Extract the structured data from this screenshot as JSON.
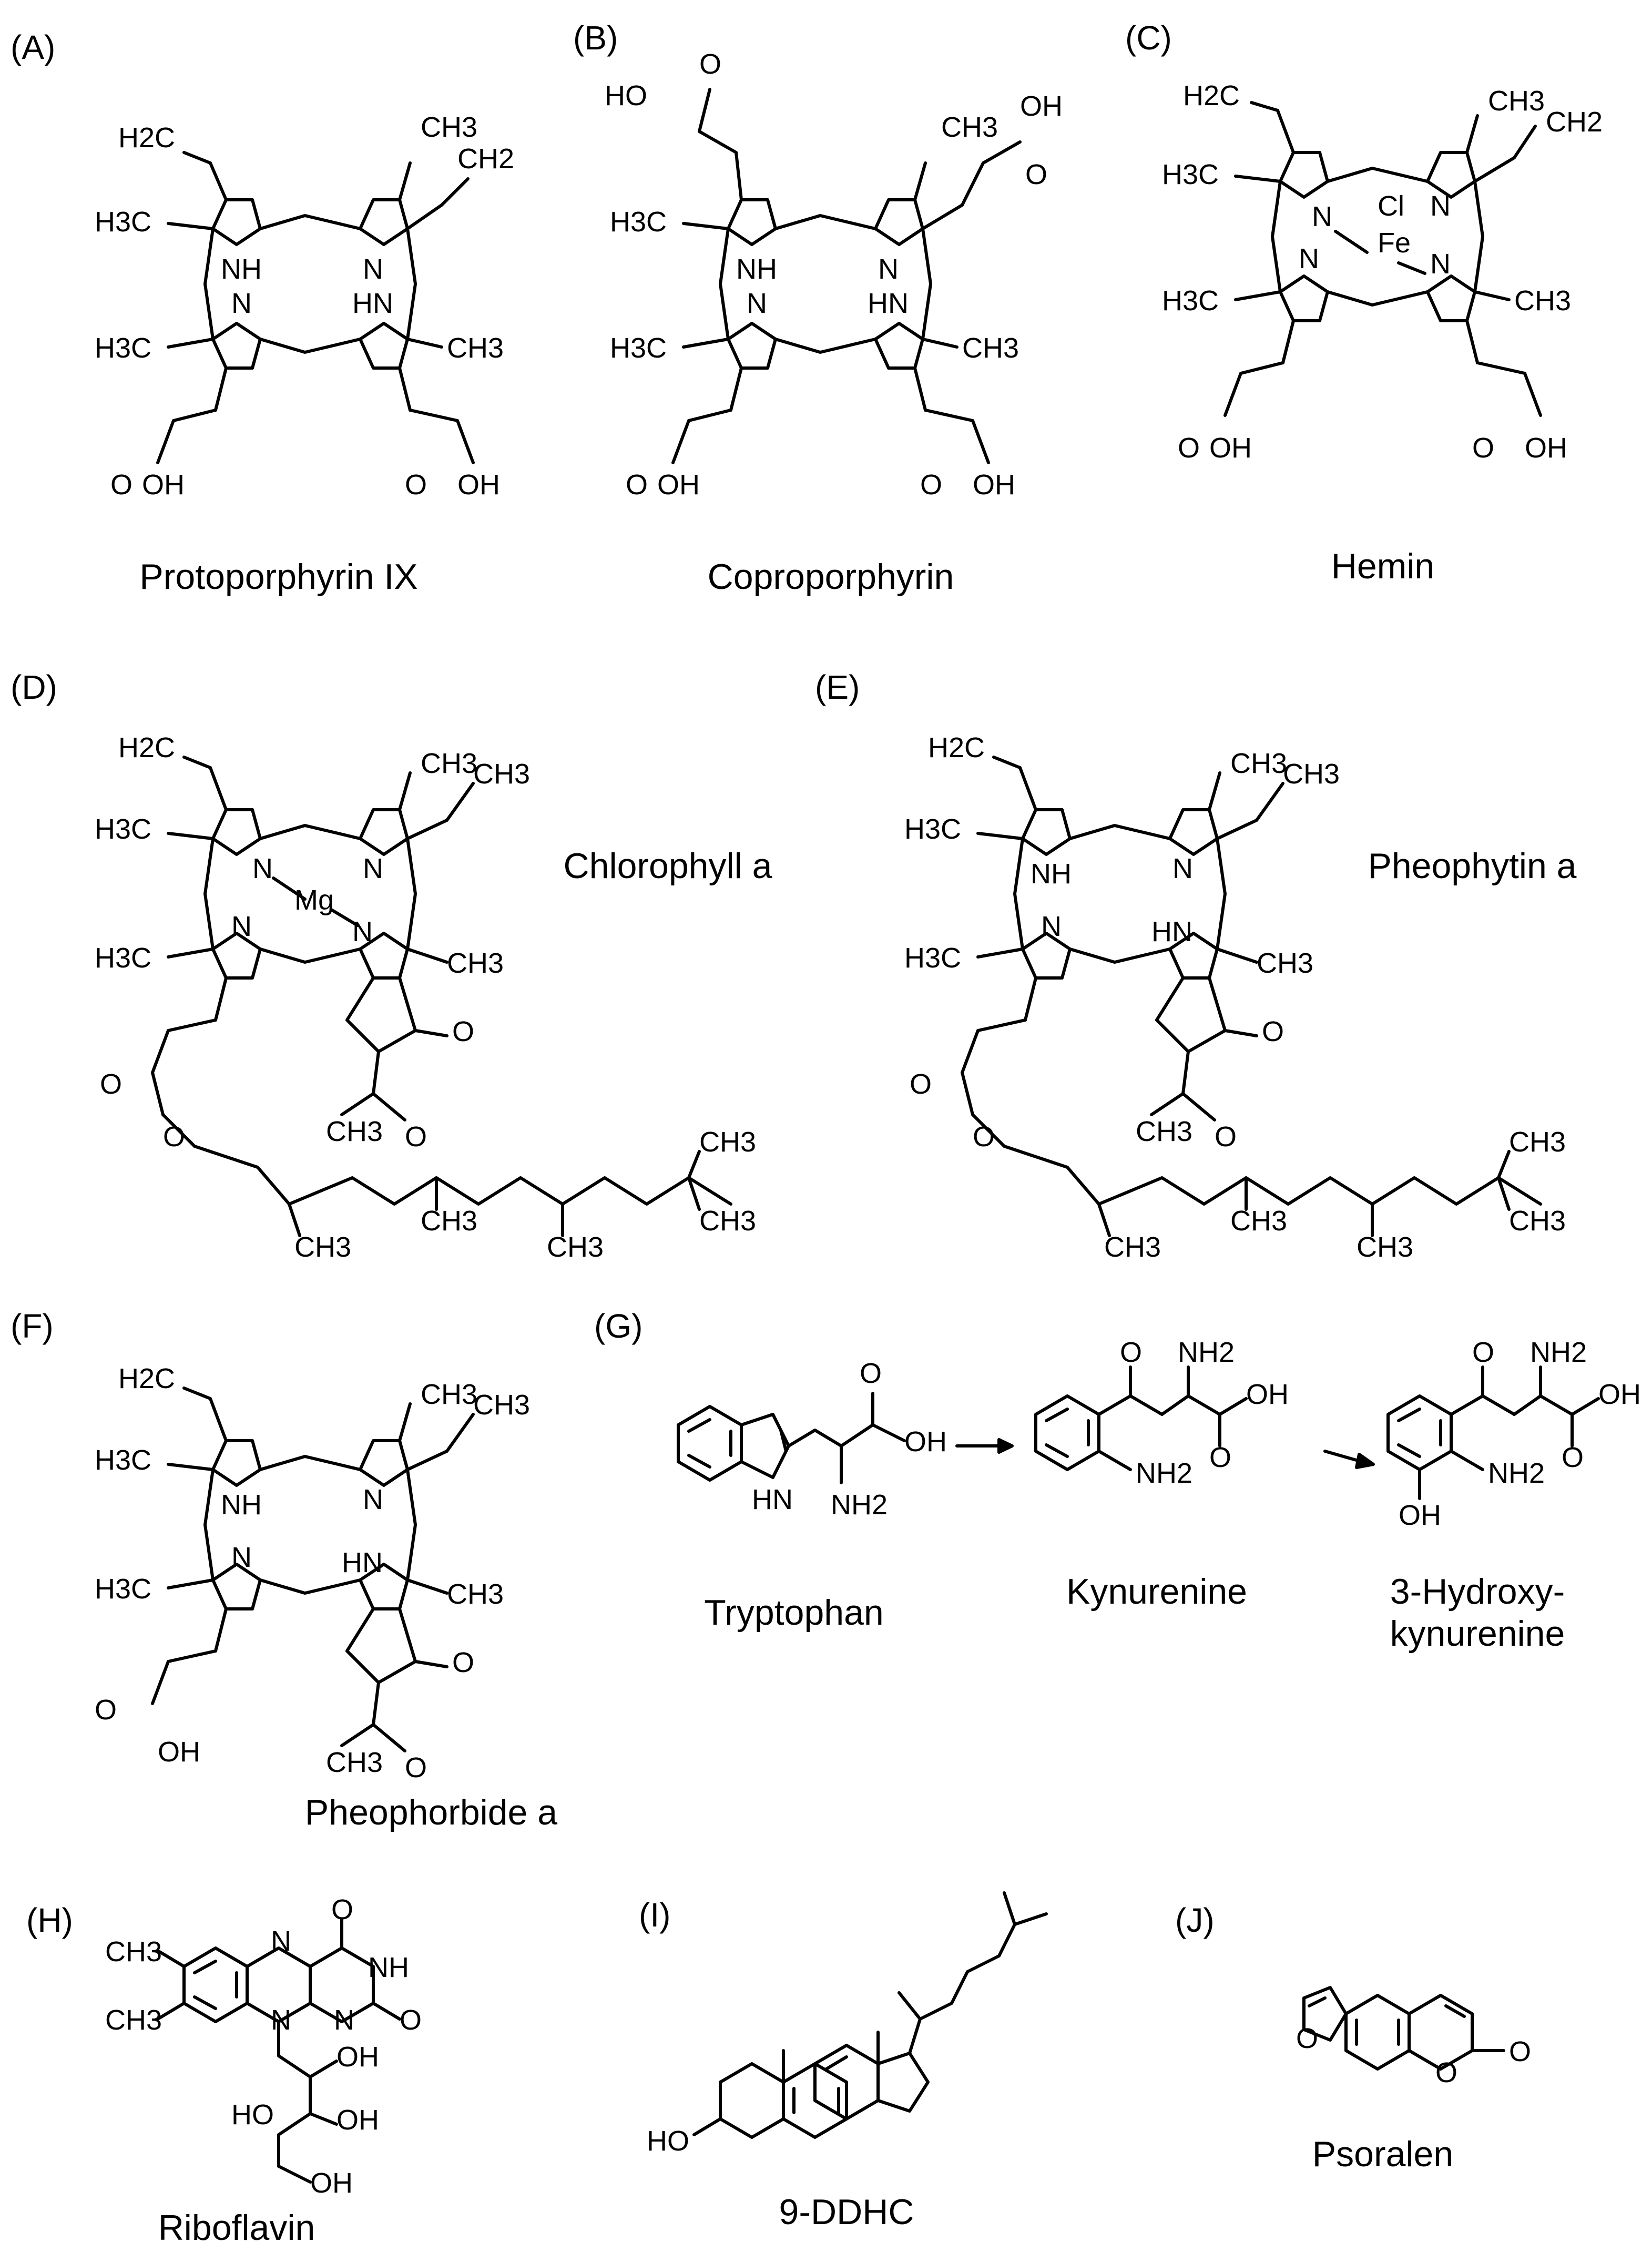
{
  "panels": [
    {
      "id": "A",
      "label": "(A)",
      "name": "Protoporphyrin IX"
    },
    {
      "id": "B",
      "label": "(B)",
      "name": "Coproporphyrin"
    },
    {
      "id": "C",
      "label": "(C)",
      "name": "Hemin"
    },
    {
      "id": "D",
      "label": "(D)",
      "name": "Chlorophyll a"
    },
    {
      "id": "E",
      "label": "(E)",
      "name": "Pheophytin a"
    },
    {
      "id": "F",
      "label": "(F)",
      "name": "Pheophorbide a"
    },
    {
      "id": "G",
      "label": "(G)",
      "names": [
        "Tryptophan",
        "Kynurenine",
        "3-Hydroxy-",
        "kynurenine"
      ]
    },
    {
      "id": "H",
      "label": "(H)",
      "name": "Riboflavin"
    },
    {
      "id": "I",
      "label": "(I)",
      "name": "9-DDHC"
    },
    {
      "id": "J",
      "label": "(J)",
      "name": "Psoralen"
    }
  ],
  "atoms": {
    "nh": "NH",
    "hn": "HN",
    "n": "N",
    "h2c": "H2C",
    "ch2": "CH2",
    "h3c": "H3C",
    "ch3": "CH3",
    "ho": "HO",
    "oh": "OH",
    "o": "O",
    "fe": "Fe",
    "cl": "Cl",
    "mg": "Mg",
    "nh2": "NH2"
  }
}
